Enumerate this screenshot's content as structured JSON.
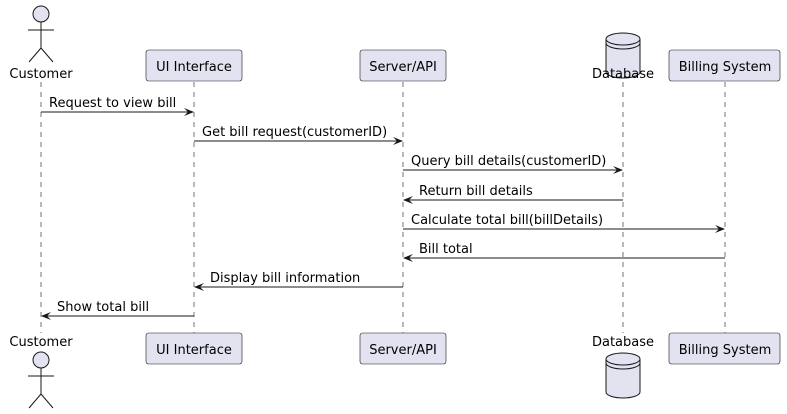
{
  "participants": [
    {
      "id": "customer",
      "label": "Customer",
      "kind": "actor"
    },
    {
      "id": "ui",
      "label": "UI Interface",
      "kind": "participant"
    },
    {
      "id": "server",
      "label": "Server/API",
      "kind": "participant"
    },
    {
      "id": "database",
      "label": "Database",
      "kind": "database"
    },
    {
      "id": "billing",
      "label": "Billing System",
      "kind": "participant"
    }
  ],
  "messages": [
    {
      "from": "customer",
      "to": "ui",
      "label": "Request to view bill"
    },
    {
      "from": "ui",
      "to": "server",
      "label": "Get bill request(customerID)"
    },
    {
      "from": "server",
      "to": "database",
      "label": "Query bill details(customerID)"
    },
    {
      "from": "database",
      "to": "server",
      "label": "Return bill details"
    },
    {
      "from": "server",
      "to": "billing",
      "label": "Calculate total bill(billDetails)"
    },
    {
      "from": "billing",
      "to": "server",
      "label": "Bill total"
    },
    {
      "from": "server",
      "to": "ui",
      "label": "Display bill information"
    },
    {
      "from": "ui",
      "to": "customer",
      "label": "Show total bill"
    }
  ],
  "colors": {
    "box_fill": "#E2E2F0",
    "stroke": "#181818",
    "text": "#000000",
    "background": "#FFFFFF"
  }
}
